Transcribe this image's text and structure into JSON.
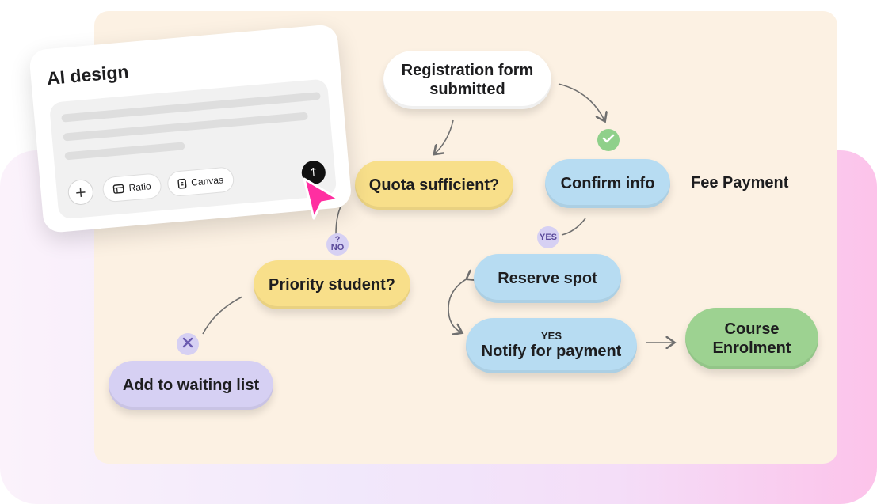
{
  "ai_panel": {
    "title": "AI design",
    "chips": {
      "ratio": "Ratio",
      "canvas": "Canvas"
    },
    "add_icon": "plus-icon",
    "send_icon": "arrow-up-icon",
    "pointer_icon": "cursor-arrow-icon"
  },
  "flow": {
    "registration": "Registration form submitted",
    "quota": "Quota sufficient?",
    "confirm": "Confirm info",
    "fee_payment": "Fee Payment",
    "priority": "Priority student?",
    "reserve": "Reserve spot",
    "notify_label": "YES",
    "notify": "Notify for payment",
    "course": "Course Enrolment",
    "waiting": "Add to waiting list"
  },
  "badges": {
    "no": "NO",
    "no_icon": "question-icon",
    "yes": "YES",
    "reject_icon": "x-icon",
    "ok_icon": "checkmark-icon"
  },
  "colors": {
    "canvas": "#fcf1e3",
    "yellow": "#f8df8a",
    "blue": "#b7dcf2",
    "green": "#9dd291",
    "purple": "#d6d0f3",
    "cursor": "#ff2fa1"
  }
}
